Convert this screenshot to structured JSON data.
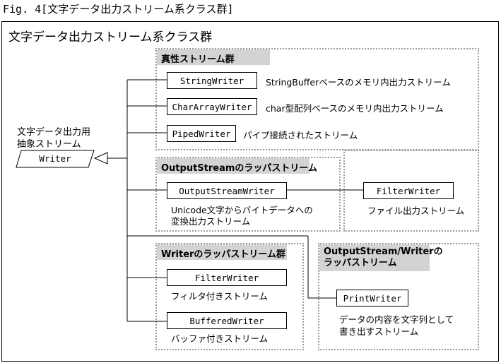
{
  "caption": "Fig. 4[文字データ出力ストリーム系クラス群]",
  "frame_title": "文字データ出力ストリーム系クラス群",
  "base": {
    "label_line1": "文字データ出力用",
    "label_line2": "抽象ストリーム",
    "class": "Writer"
  },
  "groups": {
    "sink": {
      "title": "真性ストリーム群",
      "items": [
        {
          "class": "StringWriter",
          "desc": "StringBufferベースのメモリ内出力ストリーム"
        },
        {
          "class": "CharArrayWriter",
          "desc": "char型配列ベースのメモリ内出力ストリーム"
        },
        {
          "class": "PipedWriter",
          "desc": "パイプ接続されたストリーム"
        }
      ]
    },
    "outputstream_wrapper": {
      "title": "OutputStreamのラッパストリーム",
      "class": "OutputStreamWriter",
      "desc_line1": "Unicode文字からバイトデータへの",
      "desc_line2": "変換出力ストリーム",
      "filter_class": "FilterWriter",
      "filter_desc": "ファイル出力ストリーム"
    },
    "writer_wrapper": {
      "title": "Writerのラッパストリーム群",
      "items": [
        {
          "class": "FilterWriter",
          "desc": "フィルタ付きストリーム"
        },
        {
          "class": "BufferedWriter",
          "desc": "バッファ付きストリーム"
        }
      ]
    },
    "both_wrapper": {
      "title_line1": "OutputStream/Writerの",
      "title_line2": "ラッパストリーム",
      "class": "PrintWriter",
      "desc_line1": "データの内容を文字列として",
      "desc_line2": "書き出すストリーム"
    }
  }
}
